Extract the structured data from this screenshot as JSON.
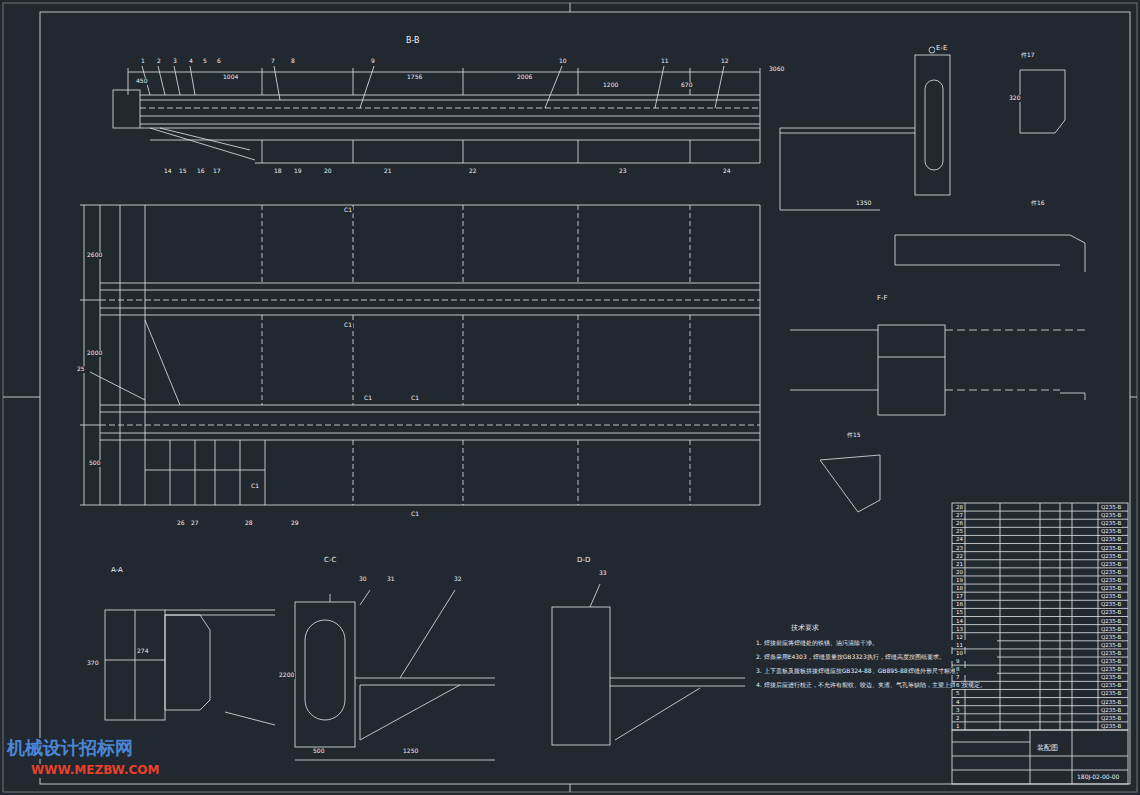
{
  "diagram": {
    "labels": [
      "B-B",
      "E-E",
      "件17",
      "件16",
      "F-F",
      "件15",
      "A-A",
      "C-C",
      "D-D",
      "1",
      "2",
      "3",
      "4",
      "5",
      "6",
      "7",
      "8",
      "9",
      "10",
      "11",
      "12",
      "450",
      "1004",
      "1756",
      "2006",
      "1200",
      "670",
      "3060",
      "14",
      "15",
      "16",
      "17",
      "18",
      "19",
      "20",
      "21",
      "22",
      "23",
      "24",
      "C1",
      "C1",
      "C1",
      "C1",
      "C1",
      "C1",
      "25",
      "26",
      "27",
      "28",
      "29",
      "2600",
      "2000",
      "500",
      "1350",
      "320",
      "370",
      "274",
      "30",
      "31",
      "32",
      "2200",
      "1250",
      "500",
      "33",
      "技术要求",
      "1. 焊接前应将焊缝处的铁锈、油污清除干净。",
      "2. 焊条采用E4303，焊缝质量按GB3323执行，焊缝高度按图纸要求。",
      "3. 上下盖板及腹板拼接焊缝应按GB324-88、GB895-88焊缝外形尺寸标准。",
      "4. 焊接后应进行校正，不允许有裂纹、咬边、夹渣、气孔等缺陷，主梁上拱度按规定。",
      "装配图",
      "180J-02-00-00",
      "机械设计招标网",
      "WWW.MEZBW.COM",
      "28",
      "Q235-B",
      "27",
      "Q235-B",
      "26",
      "Q235-B",
      "25",
      "Q235-B",
      "24",
      "Q235-B",
      "23",
      "Q235-B",
      "22",
      "Q235-B",
      "21",
      "Q235-B",
      "20",
      "Q235-B",
      "19",
      "Q235-B",
      "18",
      "Q235-B",
      "17",
      "Q235-B",
      "16",
      "Q235-B",
      "15",
      "Q235-B",
      "14",
      "Q235-B",
      "13",
      "Q235-B",
      "12",
      "Q235-B",
      "11",
      "Q235-B",
      "10",
      "Q235-B",
      "9",
      "Q235-B",
      "8",
      "Q235-B",
      "7",
      "Q235-B",
      "6",
      "Q235-B",
      "5",
      "Q235-B",
      "4",
      "Q235-B",
      "3",
      "Q235-B",
      "2",
      "Q235-B",
      "1",
      "Q235-B"
    ]
  }
}
